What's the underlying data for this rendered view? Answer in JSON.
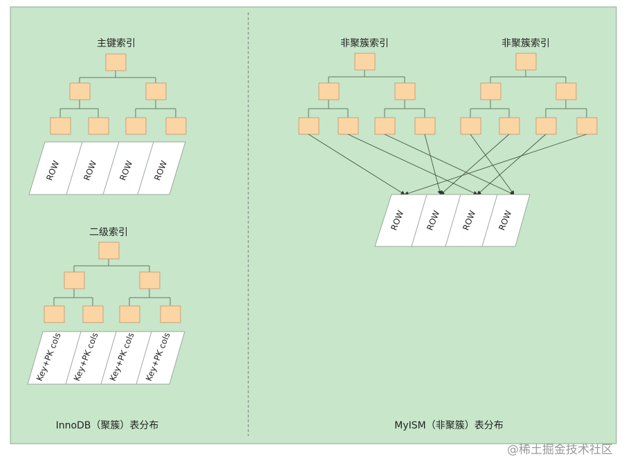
{
  "innodb": {
    "primary_index_title": "主键索引",
    "secondary_index_title": "二级索引",
    "primary_rows": [
      "ROW",
      "ROW",
      "ROW",
      "ROW"
    ],
    "secondary_rows": [
      "Key+PK cols",
      "Key+PK cols",
      "Key+PK cols",
      "Key+PK cols"
    ],
    "caption": "InnoDB（聚簇）表分布"
  },
  "myisam": {
    "index_titles": [
      "非聚簇索引",
      "非聚簇索引"
    ],
    "rows": [
      "ROW",
      "ROW",
      "ROW",
      "ROW"
    ],
    "caption": "MyISM（非聚簇）表分布"
  },
  "watermark": "@稀土掘金技术社区",
  "colors": {
    "panel_background": "#c8e6ca",
    "panel_border": "#8aaa8a",
    "node_fill": "#fbd6a4",
    "node_stroke": "#caa07a"
  }
}
